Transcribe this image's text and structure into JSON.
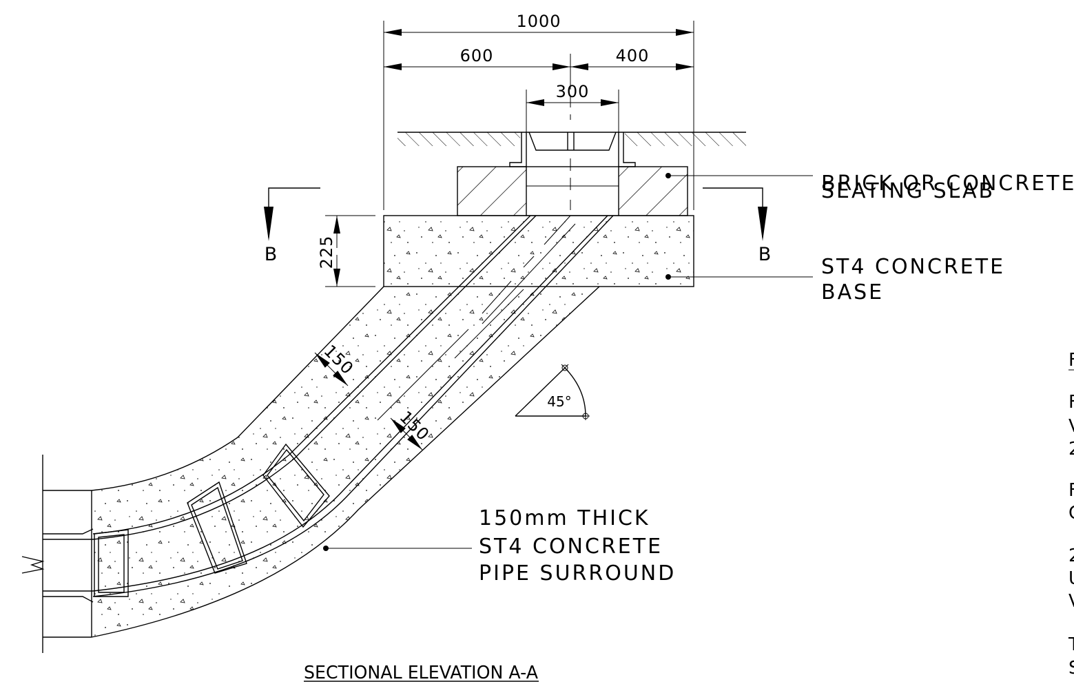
{
  "dimensions": {
    "overall_width": "1000",
    "left_width": "600",
    "right_width": "400",
    "opening_width": "300",
    "base_depth": "225",
    "surround_upper": "150",
    "surround_lower": "150",
    "angle": "45°"
  },
  "section_markers": {
    "left": "B",
    "right": "B"
  },
  "callouts": {
    "seating_slab": [
      "BRICK OR CONCRETE",
      "SEATING SLAB"
    ],
    "base": [
      "ST4 CONCRETE",
      "BASE"
    ],
    "surround": [
      "150mm THICK",
      "ST4 CONCRETE",
      "PIPE SURROUND"
    ]
  },
  "title": "SECTIONAL ELEVATION A-A",
  "side_notes_partial": [
    "F",
    "F",
    "V",
    "2",
    "F",
    "C",
    "2",
    "U",
    "V",
    "T",
    "S"
  ]
}
